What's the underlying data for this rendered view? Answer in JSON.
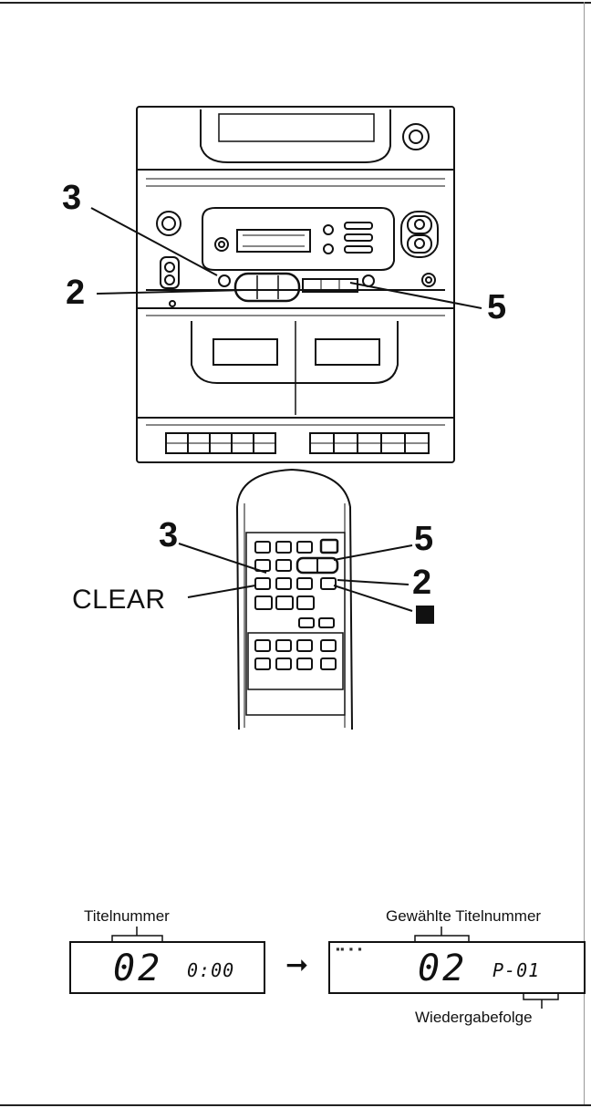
{
  "callouts": {
    "unit_3": "3",
    "unit_2": "2",
    "unit_5": "5",
    "remote_3": "3",
    "remote_5": "5",
    "remote_2": "2",
    "remote_clear": "CLEAR",
    "remote_stop": "stop-square-icon"
  },
  "display_left": {
    "caption": "Titelnummer",
    "track": "02",
    "time": "0:00"
  },
  "display_right": {
    "caption_top": "Gewählte Titelnummer",
    "track": "02",
    "program": "P-01",
    "caption_bottom": "Wiedergabefolge"
  },
  "icons": [
    "right-arrow-icon",
    "stop-square-icon"
  ]
}
